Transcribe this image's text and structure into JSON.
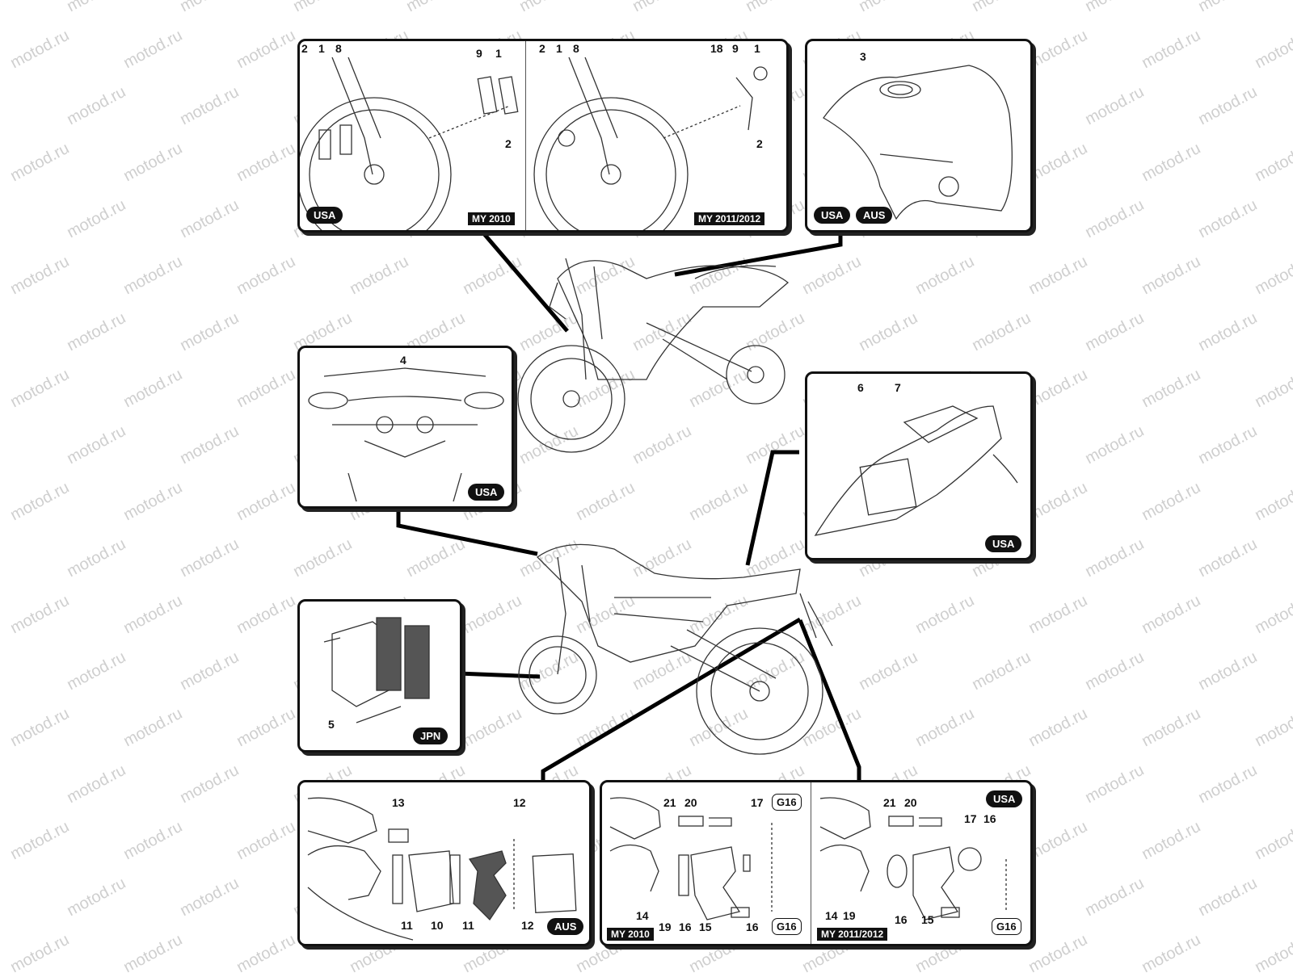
{
  "watermark": "motod.ru",
  "panels": {
    "front_fork": {
      "left": {
        "labels": [
          "2",
          "1",
          "8",
          "9",
          "1",
          "2"
        ],
        "badge": "USA",
        "tag": "MY 2010"
      },
      "right": {
        "labels": [
          "2",
          "1",
          "8",
          "18",
          "9",
          "1",
          "2"
        ],
        "tag": "MY 2011/2012"
      }
    },
    "tank": {
      "labels": [
        "3"
      ],
      "badges": [
        "USA",
        "AUS"
      ]
    },
    "dashboard": {
      "labels": [
        "4"
      ],
      "badge": "USA"
    },
    "rear_seat": {
      "labels": [
        "6",
        "7"
      ],
      "badge": "USA"
    },
    "brake_caliper": {
      "labels": [
        "5"
      ],
      "badge": "JPN"
    },
    "plate_aus": {
      "labels": [
        "13",
        "12",
        "11",
        "10",
        "11",
        "12"
      ],
      "badge": "AUS"
    },
    "plate_usa": {
      "badge": "USA",
      "left": {
        "labels": [
          "21",
          "20",
          "17",
          "14",
          "19",
          "16",
          "15",
          "16"
        ],
        "boxes": [
          "G16",
          "G16"
        ],
        "tag": "MY 2010"
      },
      "right": {
        "labels": [
          "21",
          "20",
          "17",
          "16",
          "14",
          "19",
          "16",
          "15"
        ],
        "boxes": [
          "G16"
        ],
        "tag": "MY 2011/2012"
      }
    }
  }
}
